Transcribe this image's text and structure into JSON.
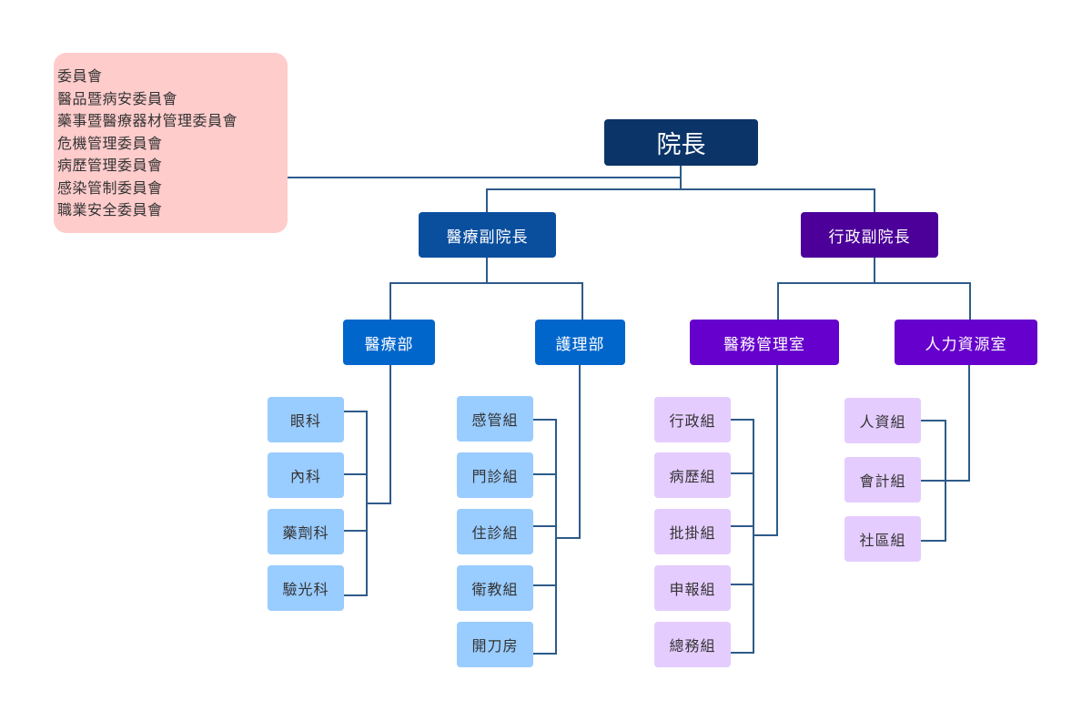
{
  "committee": {
    "lines": [
      "委員會",
      "醫品暨病安委員會",
      "藥事暨醫療器材管理委員會",
      "危機管理委員會",
      "病歷管理委員會",
      "感染管制委員會",
      "職業安全委員會"
    ]
  },
  "root": {
    "label": "院長"
  },
  "vp_medical": {
    "label": "醫療副院長"
  },
  "vp_admin": {
    "label": "行政副院長"
  },
  "dept_medical": {
    "label": "醫療部",
    "children": [
      "眼科",
      "內科",
      "藥劑科",
      "驗光科"
    ]
  },
  "dept_nursing": {
    "label": "護理部",
    "children": [
      "感管組",
      "門診組",
      "住診組",
      "衛教組",
      "開刀房"
    ]
  },
  "dept_med_affairs": {
    "label": "醫務管理室",
    "children": [
      "行政組",
      "病歷組",
      "批掛組",
      "申報組",
      "總務組"
    ]
  },
  "dept_hr": {
    "label": "人力資源室",
    "children": [
      "人資組",
      "會計組",
      "社區組"
    ]
  },
  "colors": {
    "root": "#0b3468",
    "vp_medical": "#0a4f9e",
    "vp_admin": "#4c0099",
    "dept_medical": "#0066cc",
    "dept_admin": "#6600cc",
    "leaf_medical": "#99ccff",
    "leaf_admin": "#e5ccff",
    "committee": "#ffcccc",
    "connector": "#2e5b8a"
  }
}
